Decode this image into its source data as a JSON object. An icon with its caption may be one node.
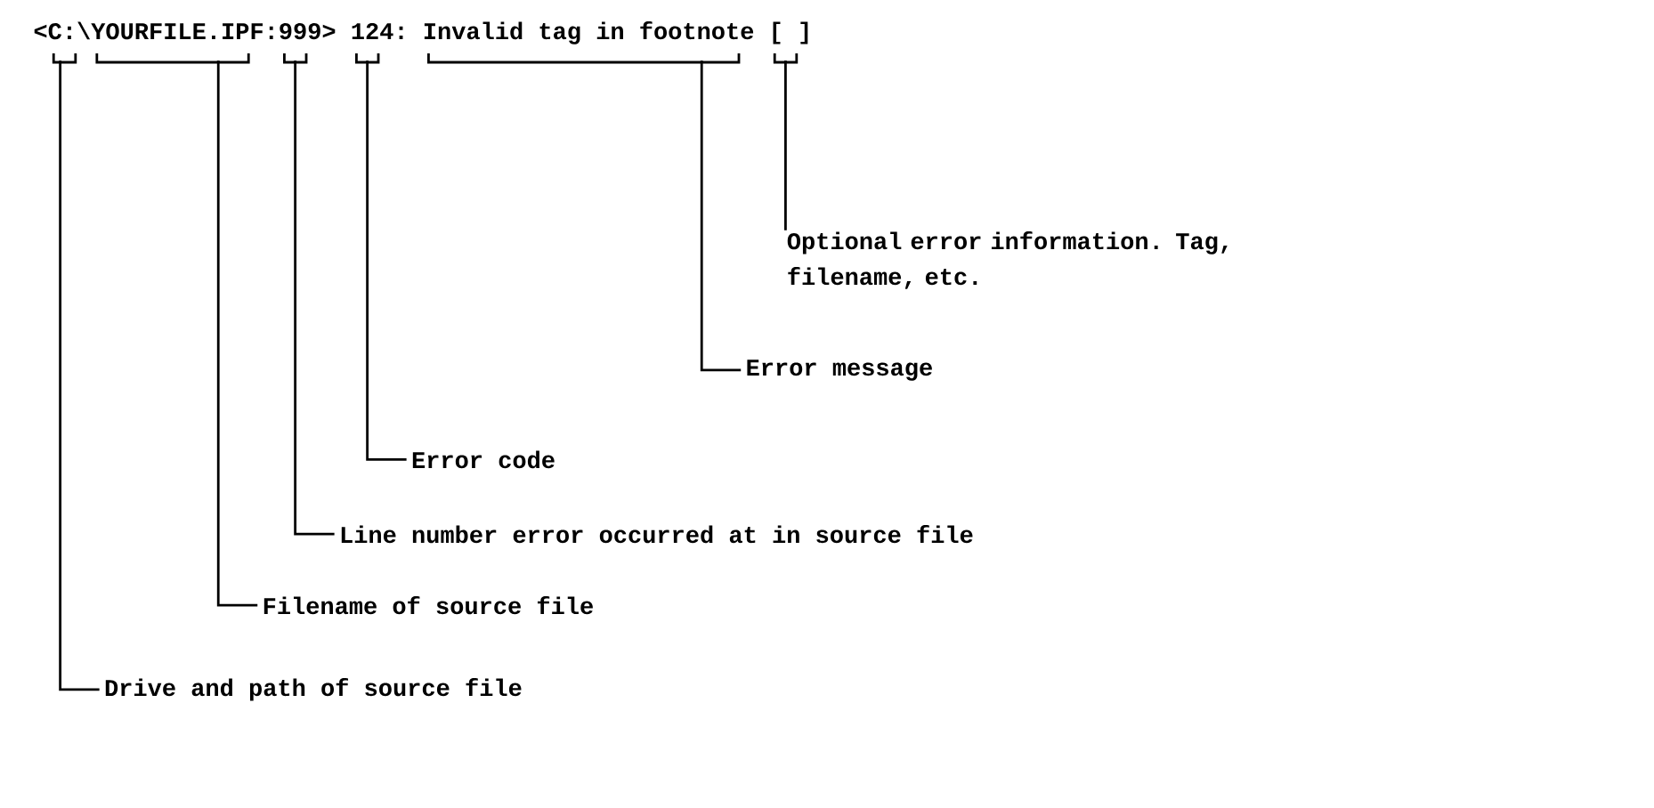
{
  "diagram": {
    "nodes": [
      {
        "text": [
          "<C:\\"
        ]
      },
      {
        "text": [
          "YOURFILE.IPF"
        ]
      },
      {
        "text": [
          ":999>"
        ]
      },
      {
        "text": [
          "124:"
        ]
      },
      {
        "text": [
          "Invalid tag in footnote"
        ]
      },
      {
        "text": [
          "[ ]"
        ]
      },
      {
        "text": [
          "Optional error information. Tag, filename, etc."
        ]
      },
      {
        "text": [
          "Error message"
        ]
      },
      {
        "text": [
          "Error code"
        ]
      },
      {
        "text": [
          "Line number error occurred at in source file"
        ]
      },
      {
        "text": [
          "Filename of source file"
        ]
      },
      {
        "text": [
          "Drive and path of source file"
        ]
      }
    ],
    "edges": [
      {
        "from": 6,
        "to": 5,
        "arrow": "none"
      },
      {
        "from": 7,
        "to": 4,
        "arrow": "none"
      },
      {
        "from": 8,
        "to": 3,
        "arrow": "none"
      },
      {
        "from": 9,
        "to": 2,
        "arrow": "none"
      },
      {
        "from": 10,
        "to": 1,
        "arrow": "none"
      },
      {
        "from": 11,
        "to": 0,
        "arrow": "none"
      }
    ]
  }
}
